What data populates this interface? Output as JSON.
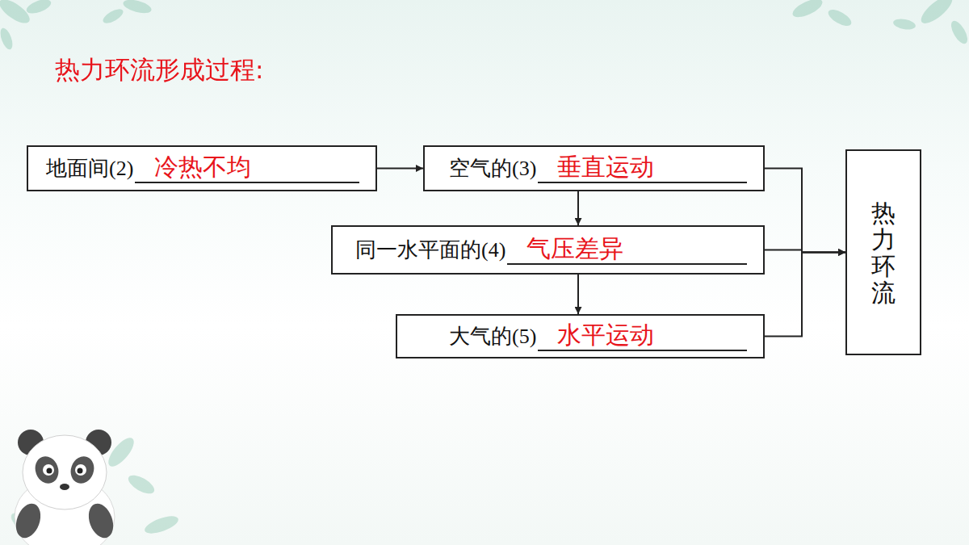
{
  "diagram": {
    "title": "热力环流形成过程:",
    "nodes": [
      {
        "text": [
          "地面间(2)",
          "冷热不均"
        ]
      },
      {
        "text": [
          "空气的(3)",
          "垂直运动"
        ]
      },
      {
        "text": [
          "同一水平面的(4)",
          "气压差异"
        ]
      },
      {
        "text": [
          "大气的(5)",
          "水平运动"
        ]
      },
      {
        "text": [
          "热力环流"
        ]
      }
    ],
    "edges": [
      {
        "from": 0,
        "to": 1,
        "arrow": "to"
      },
      {
        "from": 1,
        "to": 2,
        "arrow": "to"
      },
      {
        "from": 2,
        "to": 3,
        "arrow": "to"
      },
      {
        "from": 1,
        "to": 4,
        "arrow": "to"
      },
      {
        "from": 2,
        "to": 4,
        "arrow": "to"
      },
      {
        "from": 3,
        "to": 4,
        "arrow": "to"
      }
    ]
  }
}
